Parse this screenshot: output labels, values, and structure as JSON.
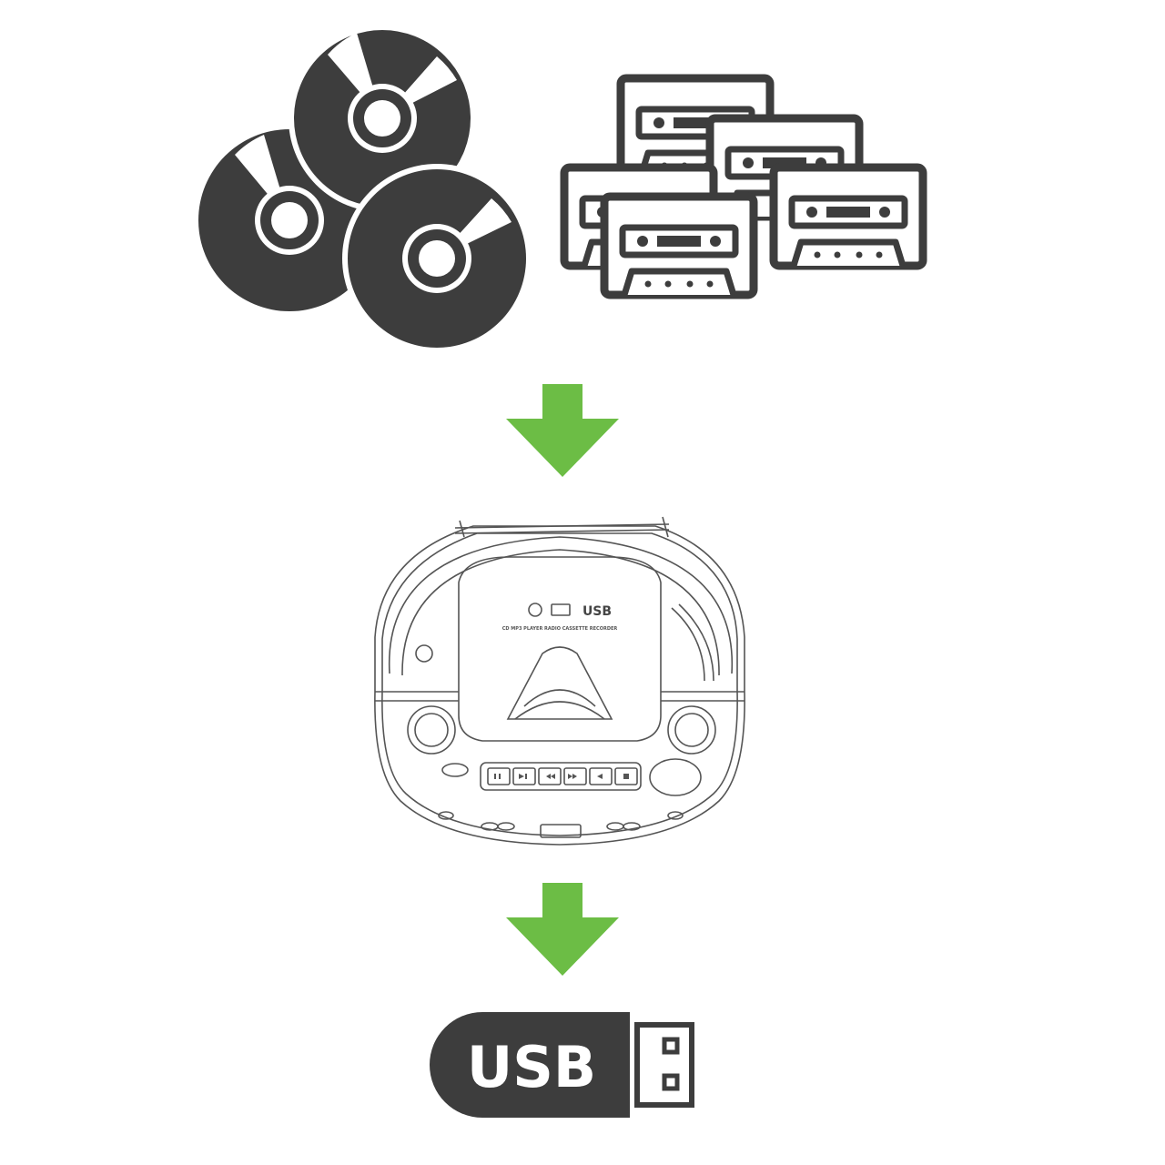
{
  "colors": {
    "icon_dark": "#3d3d3d",
    "arrow_green": "#6cbd45",
    "line_gray": "#555555",
    "background": "#ffffff"
  },
  "icons": {
    "discs": "cd-stack-icon",
    "cassettes": "cassette-stack-icon",
    "boombox": "cd-cassette-boombox-icon",
    "usb": "usb-flash-drive-icon",
    "arrow": "arrow-down-icon"
  },
  "device": {
    "badge_usb": "USB",
    "caption": "CD MP3 PLAYER RADIO CASSETTE RECORDER"
  },
  "usb_drive": {
    "label": "USB"
  }
}
